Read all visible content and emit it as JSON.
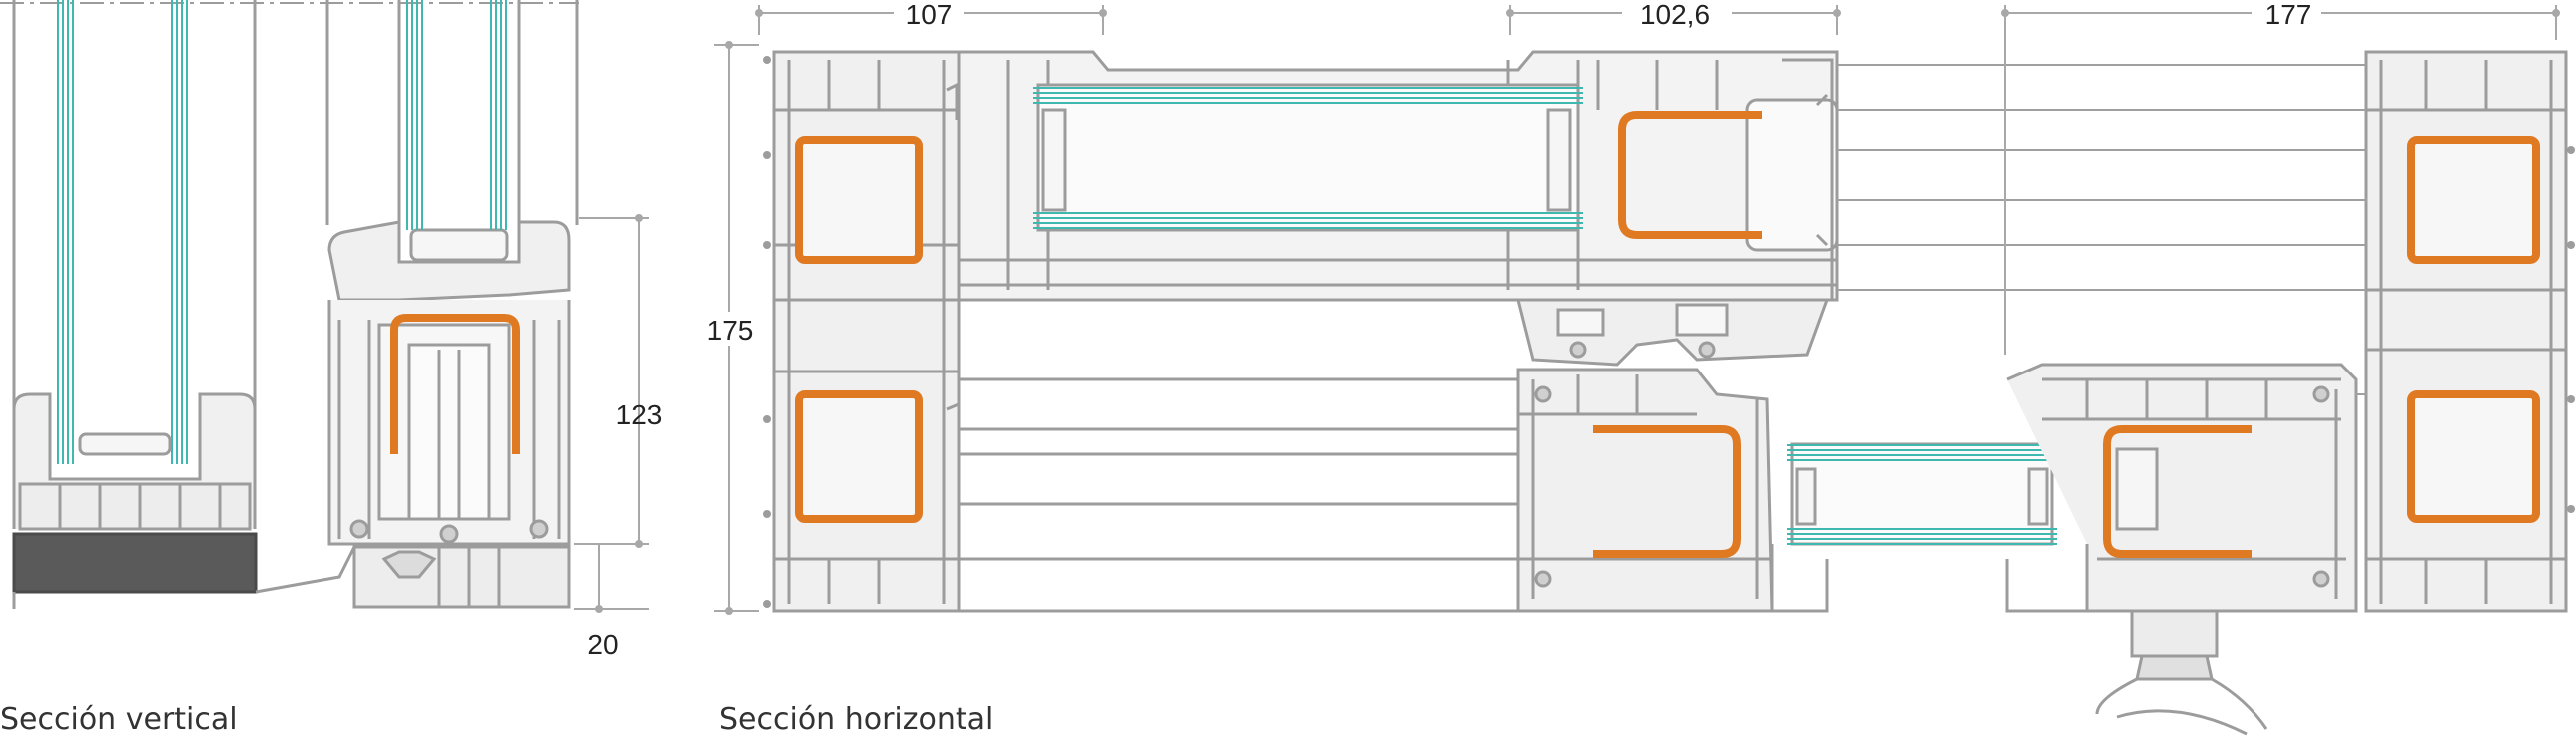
{
  "captions": {
    "vertical": "Sección vertical",
    "horizontal": "Sección horizontal"
  },
  "dimensions": {
    "top_left": "107",
    "top_middle": "102,6",
    "top_right": "177",
    "left_height": "175",
    "vertical_height": "123",
    "vertical_bottom": "20"
  },
  "colors": {
    "profile_outline": "#9c9c9c",
    "profile_fill": "#ededed",
    "reinforcement": "#e07a22",
    "glass": "#3fb8b0",
    "threshold": "#5a5a5a",
    "dimension_line": "#a8a8a8"
  }
}
